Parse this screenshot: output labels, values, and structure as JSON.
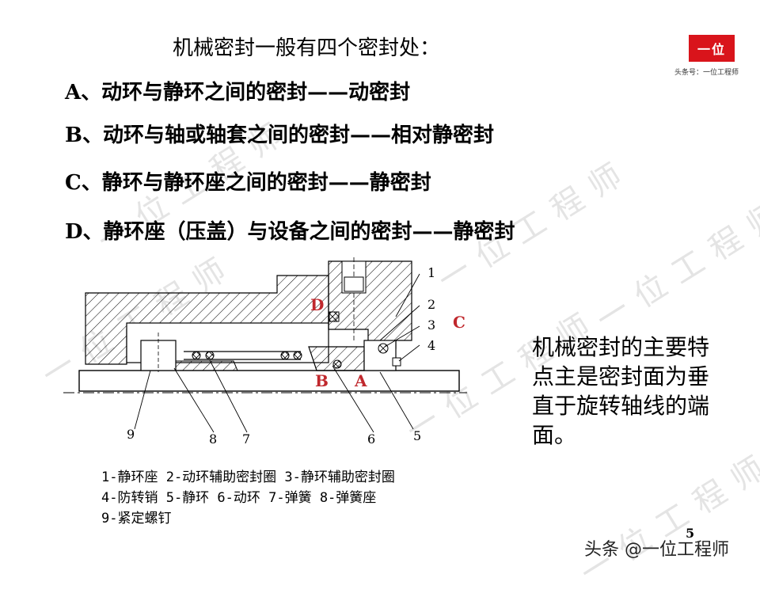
{
  "title": "机械密封一般有四个密封处：",
  "items": [
    "A、动环与静环之间的密封——动密封",
    "B、动环与轴或轴套之间的密封——相对静密封",
    "C、静环与静环座之间的密封——静密封",
    "D、静环座（压盖）与设备之间的密封——静密封"
  ],
  "logo": {
    "text": "一位",
    "subtitle": "头条号：一位工程师",
    "color": "#d9141b"
  },
  "watermark_text": "一位工程师",
  "diagram": {
    "point_labels": [
      "A",
      "B",
      "C",
      "D"
    ],
    "point_label_color": "#c0282d",
    "part_numbers": [
      "1",
      "2",
      "3",
      "4",
      "5",
      "6",
      "7",
      "8",
      "9"
    ]
  },
  "side_text": "机械密封的主要特点主是密封面为垂直于旋转轴线的端面。",
  "legend_lines": [
    "1-静环座  2-动环辅助密封圈  3-静环辅助密封圈",
    "4-防转销  5-静环  6-动环  7-弹簧  8-弹簧座",
    "9-紧定螺钉"
  ],
  "page_number": "5",
  "footer": "头条 @一位工程师"
}
